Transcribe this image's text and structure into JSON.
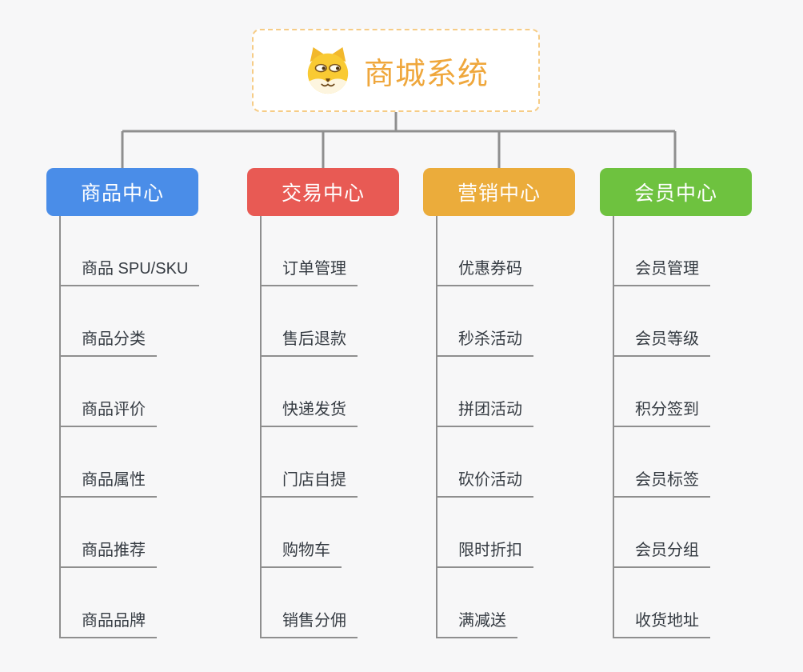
{
  "root": {
    "title": "商城系统",
    "icon": "shiba-dog-icon"
  },
  "branches": [
    {
      "id": "product-center",
      "label": "商品中心",
      "color": "#4A8DE8",
      "children": [
        "商品 SPU/SKU",
        "商品分类",
        "商品评价",
        "商品属性",
        "商品推荐",
        "商品品牌"
      ]
    },
    {
      "id": "trade-center",
      "label": "交易中心",
      "color": "#E85A54",
      "children": [
        "订单管理",
        "售后退款",
        "快递发货",
        "门店自提",
        "购物车",
        "销售分佣"
      ]
    },
    {
      "id": "marketing-center",
      "label": "营销中心",
      "color": "#EBAC3B",
      "children": [
        "优惠券码",
        "秒杀活动",
        "拼团活动",
        "砍价活动",
        "限时折扣",
        "满减送"
      ]
    },
    {
      "id": "member-center",
      "label": "会员中心",
      "color": "#6EC23F",
      "children": [
        "会员管理",
        "会员等级",
        "积分签到",
        "会员标签",
        "会员分组",
        "收货地址"
      ]
    }
  ],
  "colors": {
    "background": "#F7F7F8",
    "connector": "#8F8F8F",
    "root_border": "#F6CC86",
    "root_title": "#EFA73C",
    "leaf_text": "#353B42",
    "leaf_underline": "#8F8F8F"
  }
}
